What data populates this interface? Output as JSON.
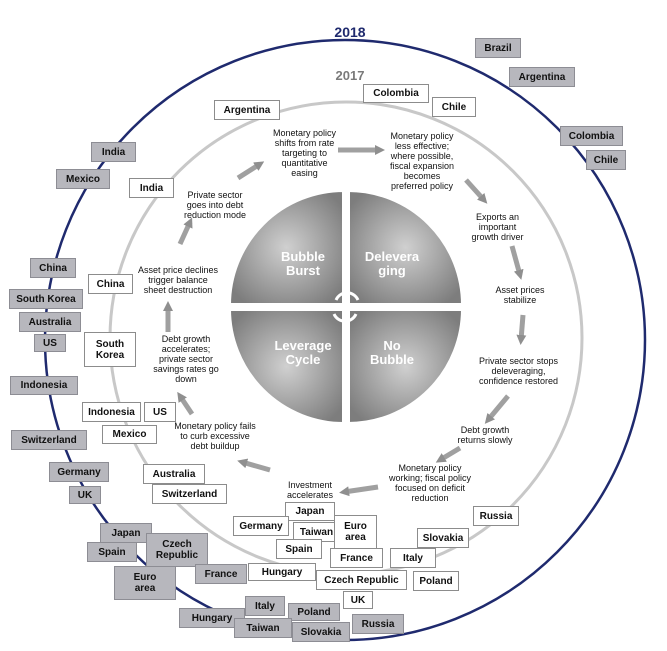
{
  "title_outer": "2018",
  "title_inner": "2017",
  "quadrants": {
    "top_left": "Bubble\nBurst",
    "top_right": "Delevera\nging",
    "bottom_left": "Leverage\nCycle",
    "bottom_right": "No\nBubble"
  },
  "steps": [
    "Monetary policy\nshifts from rate\ntargeting to\nquantitative\neasing",
    "Monetary policy\nless effective;\nwhere possible,\nfiscal expansion\nbecomes\npreferred policy",
    "Exports an\nimportant\ngrowth driver",
    "Asset prices\nstabilize",
    "Private sector stops\ndeleveraging,\nconfidence restored",
    "Debt growth\nreturns slowly",
    "Monetary policy\nworking; fiscal policy\nfocused on deficit\nreduction",
    "Investment\naccelerates",
    "Monetary policy fails\nto curb excessive\ndebt buildup",
    "Debt growth\naccelerates;\nprivate sector\nsavings rates go\ndown",
    "Asset price declines\ntrigger balance\nsheet destruction",
    "Private sector\ngoes into debt\nreduction mode"
  ],
  "countries_2017": [
    "Argentina",
    "Colombia",
    "Chile",
    "India",
    "China",
    "South\nKorea",
    "Indonesia",
    "US",
    "Mexico",
    "Australia",
    "Switzerland",
    "Japan",
    "Germany",
    "Taiwan",
    "Euro\narea",
    "Spain",
    "France",
    "Italy",
    "Hungary",
    "Czech Republic",
    "Poland",
    "UK",
    "Slovakia",
    "Russia"
  ],
  "countries_2018": [
    "Brazil",
    "Argentina",
    "Colombia",
    "Chile",
    "India",
    "Mexico",
    "China",
    "South Korea",
    "Australia",
    "US",
    "Indonesia",
    "Switzerland",
    "Germany",
    "UK",
    "Japan",
    "Spain",
    "Czech\nRepublic",
    "Euro\narea",
    "France",
    "Italy",
    "Hungary",
    "Poland",
    "Taiwan",
    "Slovakia",
    "Russia"
  ],
  "colors": {
    "outer_ring": "#1f2a6e",
    "inner_ring": "#bdbdbd",
    "quadrant_fill": "#9a9a9a",
    "arrow_fill": "#a0a0a0",
    "box_2018": "#b7b7bd"
  }
}
